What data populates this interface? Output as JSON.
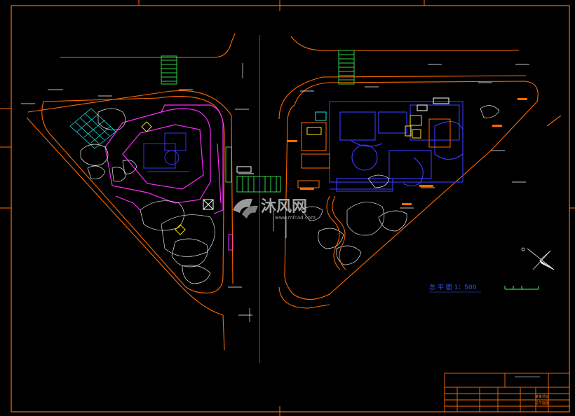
{
  "watermark": {
    "brand": "沐风网",
    "url": "www.mfcad.com"
  },
  "drawing": {
    "scale_label": "总 平 面 1：500",
    "title_block": {
      "cells": [
        "某某项目",
        "总平面图"
      ]
    }
  },
  "colors": {
    "background": "#000000",
    "border": "#ff6a00",
    "road_edge": "#ff6a00",
    "text_blue": "#2b56ff",
    "text_white": "#ffffff",
    "building_blue": "#3b3bff",
    "magenta": "#ff2bff",
    "landscape_white": "#e8e8e8",
    "green_crossing": "#33d24a",
    "cyan": "#1de0e0",
    "yellow": "#ffe400"
  }
}
